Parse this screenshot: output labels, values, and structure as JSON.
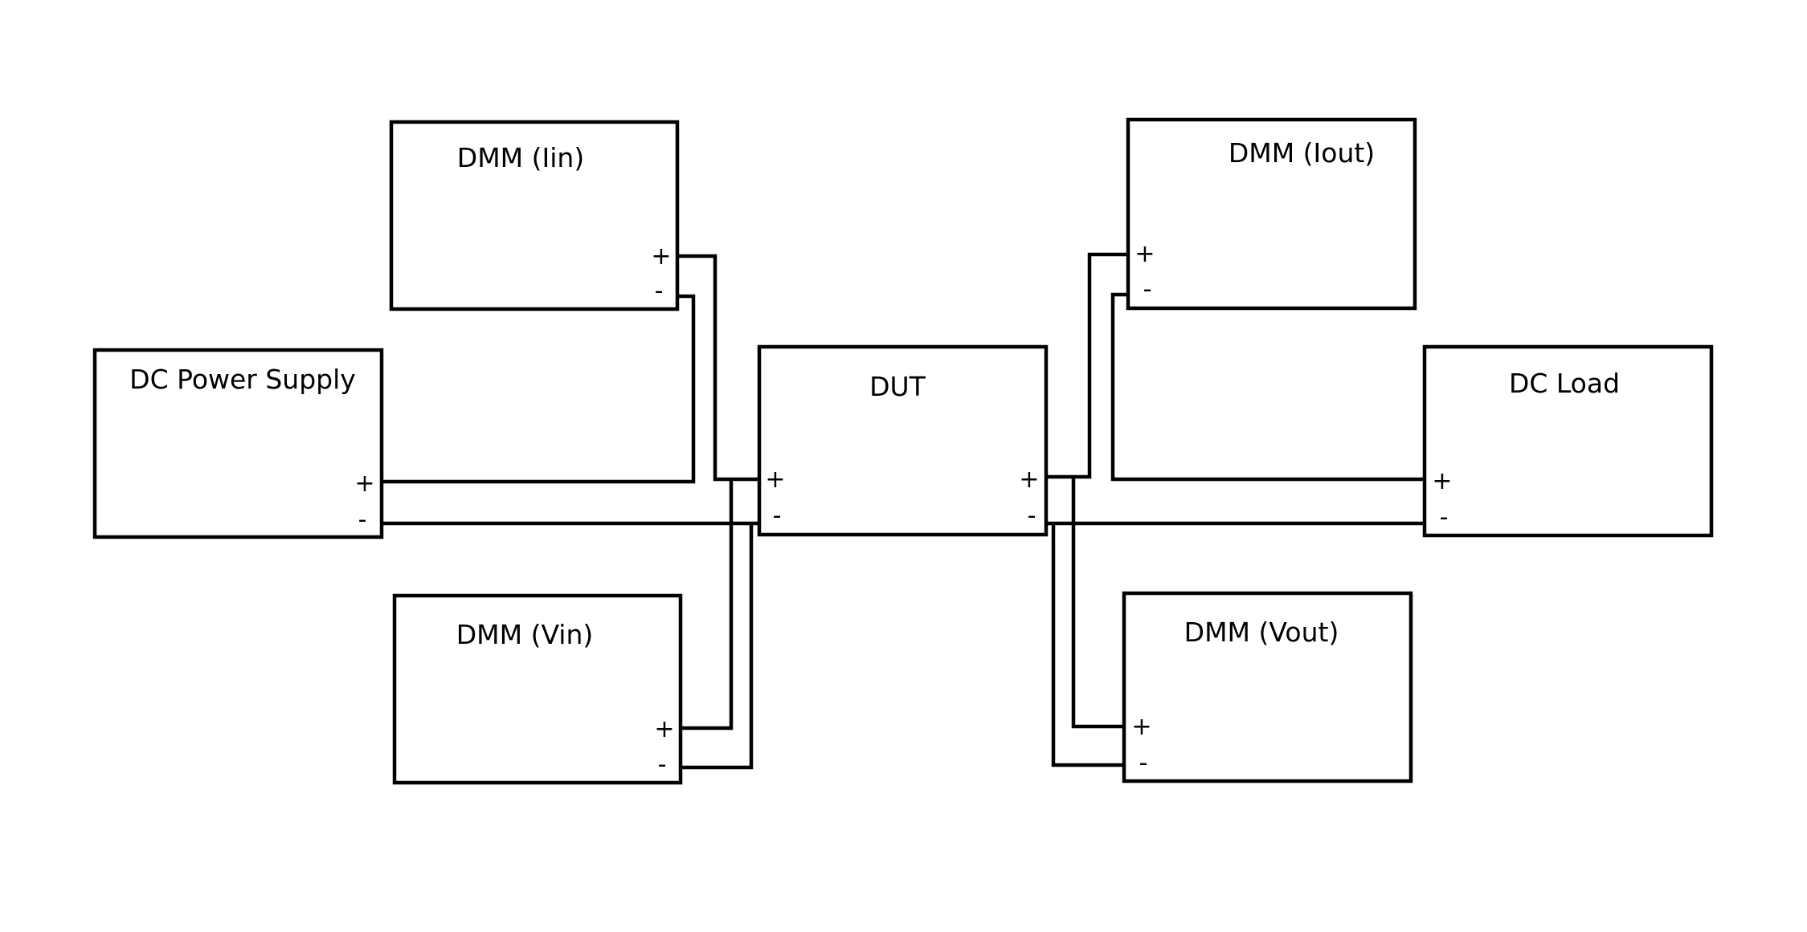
{
  "diagram": {
    "boxes": {
      "dmm_iin": {
        "title": "DMM (Iin)",
        "plus": "+",
        "minus": "-"
      },
      "dmm_iout": {
        "title": "DMM (Iout)",
        "plus": "+",
        "minus": "-"
      },
      "dc_power_supply": {
        "title": "DC Power Supply",
        "plus": "+",
        "minus": "-"
      },
      "dut": {
        "title": "DUT",
        "plus_in": "+",
        "minus_in": "-",
        "plus_out": "+",
        "minus_out": "-"
      },
      "dc_load": {
        "title": "DC Load",
        "plus": "+",
        "minus": "-"
      },
      "dmm_vin": {
        "title": "DMM (Vin)",
        "plus": "+",
        "minus": "-"
      },
      "dmm_vout": {
        "title": "DMM (Vout)",
        "plus": "+",
        "minus": "-"
      }
    }
  }
}
